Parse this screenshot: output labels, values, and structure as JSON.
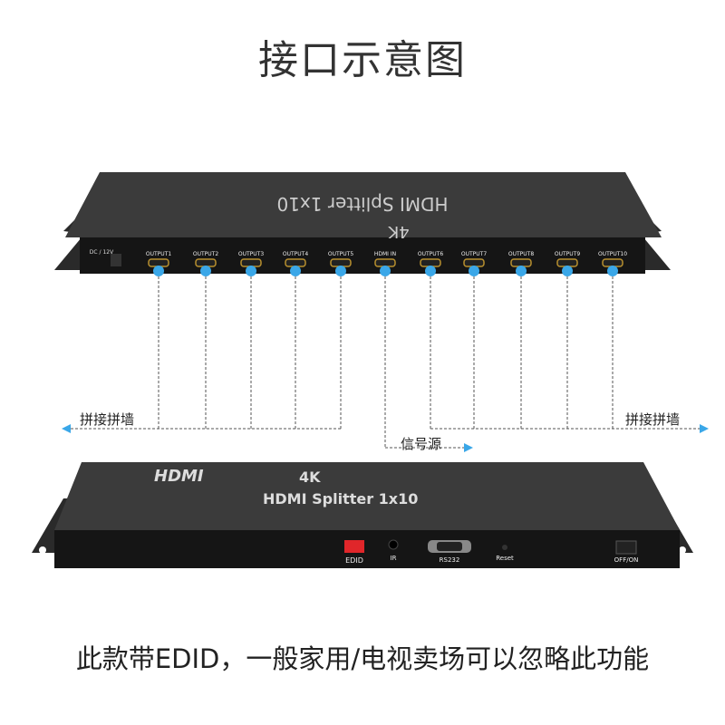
{
  "title": "接口示意图",
  "top_device": {
    "model_text": "HDMI Splitter 1x10",
    "resolution_text": "4K",
    "power_label": "DC / 12V",
    "ports": [
      "OUTPUT1",
      "OUTPUT2",
      "OUTPUT3",
      "OUTPUT4",
      "OUTPUT5",
      "HDMI IN",
      "OUTPUT6",
      "OUTPUT7",
      "OUTPUT8",
      "OUTPUT9",
      "OUTPUT10"
    ]
  },
  "connections": {
    "left_label": "拼接拼墙",
    "right_label": "拼接拼墙",
    "source_label": "信号源",
    "line_color": "#555555",
    "dot_color": "#3aa7e8"
  },
  "bottom_device": {
    "logo": "HDMI",
    "resolution_text": "4K",
    "model_text": "HDMI Splitter 1x10",
    "ports": [
      "EDID",
      "IR",
      "RS232",
      "Reset",
      "OFF/ON"
    ]
  },
  "footer": "此款带EDID，一般家用/电视卖场可以忽略此功能"
}
